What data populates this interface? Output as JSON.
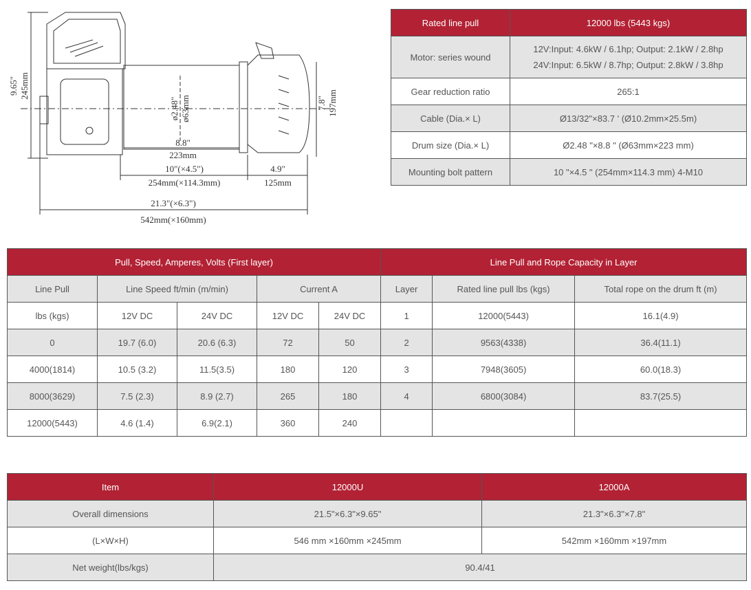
{
  "drawing": {
    "height_in": "9.65\"",
    "height_mm": "245mm",
    "drum_dia_in": "ø2.48\"",
    "drum_dia_mm": "ø63mm",
    "side_in": "7.8\"",
    "side_mm": "197mm",
    "drum_len_in": "8.8\"",
    "drum_len_mm": "223mm",
    "bolt_in": "10\"(×4.5\")",
    "bolt_mm": "254mm(×114.3mm)",
    "end_in": "4.9\"",
    "end_mm": "125mm",
    "total_in": "21.3\"(×6.3\")",
    "total_mm": "542mm(×160mm)"
  },
  "specs": [
    {
      "label": "Rated line pull",
      "value": "12000 lbs (5443 kgs)"
    },
    {
      "label": "Motor: series wound",
      "value_lines": [
        "12V:Input: 4.6kW / 6.1hp; Output: 2.1kW / 2.8hp",
        "24V:Input: 6.5kW / 8.7hp; Output: 2.8kW / 3.8hp"
      ]
    },
    {
      "label": "Gear reduction ratio",
      "value": "265:1"
    },
    {
      "label": "Cable (Dia.× L)",
      "value": "Ø13/32\"×83.7 ' (Ø10.2mm×25.5m)"
    },
    {
      "label": "Drum size (Dia.× L)",
      "value": "Ø2.48 \"×8.8 \" (Ø63mm×223 mm)"
    },
    {
      "label": "Mounting bolt pattern",
      "value": "10 \"×4.5 \" (254mm×114.3 mm) 4-M10"
    }
  ],
  "performance": {
    "left_title": "Pull, Speed, Amperes, Volts (First layer)",
    "right_title": "Line Pull and Rope Capacity in Layer",
    "col_line_pull": "Line Pull",
    "col_line_speed": "Line Speed ft/min (m/min)",
    "col_current": "Current  A",
    "col_layer": "Layer",
    "col_rated": "Rated line pull lbs (kgs)",
    "col_total_rope": "Total rope on the drum ft (m)",
    "sub_lbs": "lbs (kgs)",
    "sub_12v_a": "12V DC",
    "sub_24v_a": "24V DC",
    "sub_12v_b": "12V DC",
    "sub_24v_b": "24V DC",
    "layer1": {
      "layer": "1",
      "rated": "12000(5443)",
      "rope": "16.1(4.9)"
    },
    "rows": [
      {
        "pull": "0",
        "s12": "19.7 (6.0)",
        "s24": "20.6 (6.3)",
        "c12": "72",
        "c24": "50",
        "layer": "2",
        "rated": "9563(4338)",
        "rope": "36.4(11.1)"
      },
      {
        "pull": "4000(1814)",
        "s12": "10.5 (3.2)",
        "s24": "11.5(3.5)",
        "c12": "180",
        "c24": "120",
        "layer": "3",
        "rated": "7948(3605)",
        "rope": "60.0(18.3)"
      },
      {
        "pull": "8000(3629)",
        "s12": "7.5 (2.3)",
        "s24": "8.9 (2.7)",
        "c12": "265",
        "c24": "180",
        "layer": "4",
        "rated": "6800(3084)",
        "rope": "83.7(25.5)"
      },
      {
        "pull": "12000(5443)",
        "s12": "4.6 (1.4)",
        "s24": "6.9(2.1)",
        "c12": "360",
        "c24": "240",
        "layer": "",
        "rated": "",
        "rope": ""
      }
    ]
  },
  "dimensions": {
    "col_item": "Item",
    "col_a": "12000U",
    "col_b": "12000A",
    "rows": [
      {
        "label": "Overall dimensions",
        "a": "21.5\"×6.3\"×9.65\"",
        "b": "21.3\"×6.3\"×7.8\""
      },
      {
        "label": "(L×W×H)",
        "a": "546 mm ×160mm ×245mm",
        "b": "542mm ×160mm ×197mm"
      }
    ],
    "weight_label": "Net weight(lbs/kgs)",
    "weight_value": "90.4/41"
  },
  "colors": {
    "header_bg": "#b22234",
    "row_grey": "#e4e4e4"
  }
}
